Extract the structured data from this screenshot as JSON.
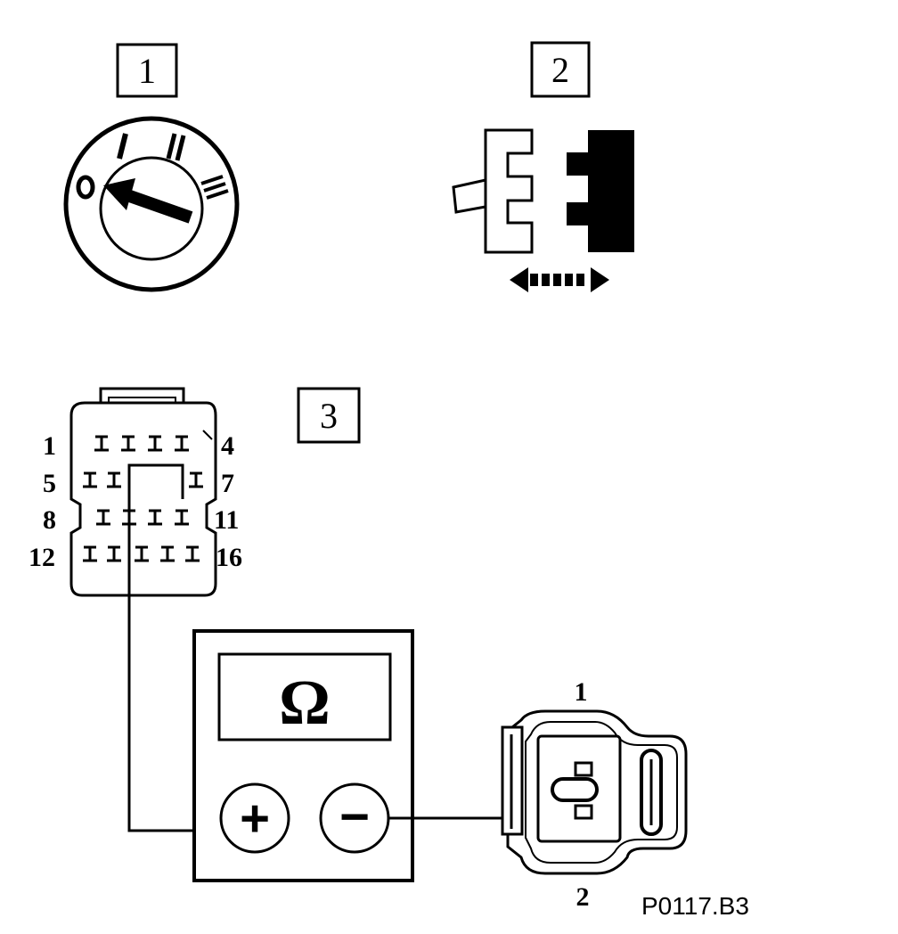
{
  "steps": {
    "step1": "1",
    "step2": "2",
    "step3": "3"
  },
  "ignition_switch": {
    "positions": [
      "0",
      "I",
      "II",
      "III"
    ]
  },
  "ecu_connector": {
    "row_labels": {
      "r1_left": "1",
      "r1_right": "4",
      "r2_left": "5",
      "r2_right": "7",
      "r3_left": "8",
      "r3_right": "11",
      "r4_left": "12",
      "r4_right": "16"
    }
  },
  "multimeter": {
    "display": "Ω",
    "positive": "+",
    "negative": "−"
  },
  "sensor_connector": {
    "pin_top": "1",
    "pin_bottom": "2"
  },
  "figure_ref": "P0117.B3",
  "colors": {
    "ink": "#000000",
    "paper": "#ffffff"
  }
}
